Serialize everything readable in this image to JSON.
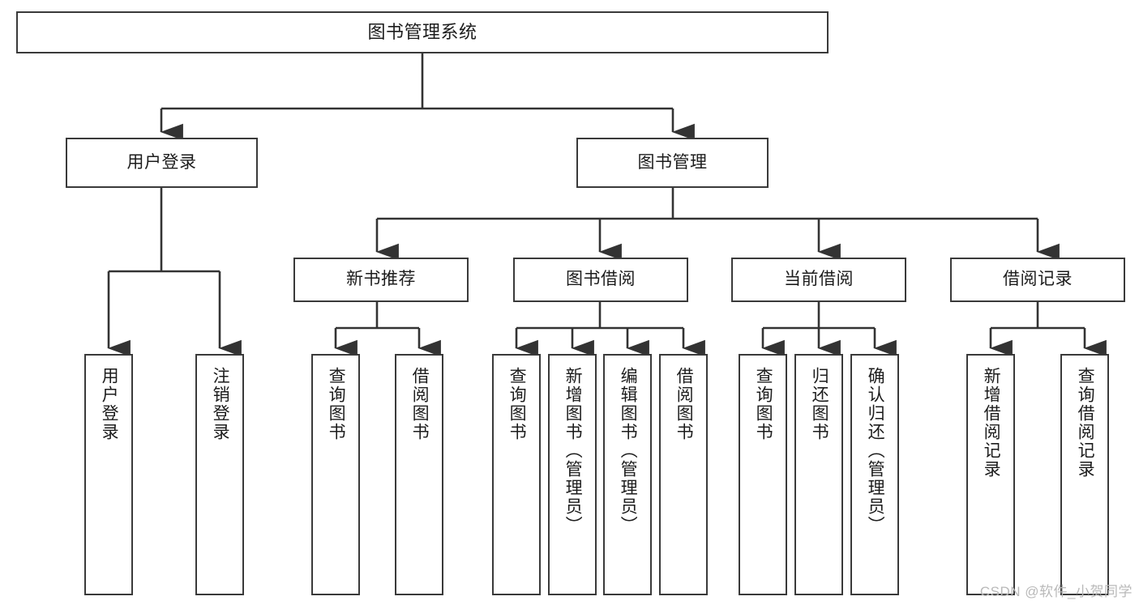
{
  "diagram": {
    "title": "图书管理系统",
    "type": "hierarchy-tree",
    "watermark": "CSDN @软件_小贺同学",
    "colors": {
      "box_border": "#3a3a3a",
      "box_fill": "#ffffff",
      "connector": "#333333",
      "text": "#1c1c1c",
      "watermark": "#b9b9b9"
    },
    "root": {
      "label": "图书管理系统"
    },
    "level2": [
      {
        "id": "user-login",
        "label": "用户登录"
      },
      {
        "id": "book-manage",
        "label": "图书管理"
      }
    ],
    "level3": [
      {
        "id": "new-book-recommend",
        "label": "新书推荐"
      },
      {
        "id": "book-borrow",
        "label": "图书借阅"
      },
      {
        "id": "current-borrow",
        "label": "当前借阅"
      },
      {
        "id": "borrow-record",
        "label": "借阅记录"
      }
    ],
    "leaves": {
      "user_login": [
        {
          "id": "leaf-user-login",
          "label": "用户登录"
        },
        {
          "id": "leaf-logout-login",
          "label": "注销登录"
        }
      ],
      "new_book_recommend": [
        {
          "id": "leaf-query-book-1",
          "label": "查询图书"
        },
        {
          "id": "leaf-borrow-book-1",
          "label": "借阅图书"
        }
      ],
      "book_borrow": [
        {
          "id": "leaf-query-book-2",
          "label": "查询图书"
        },
        {
          "id": "leaf-add-book",
          "label": "新增图书（管理员）"
        },
        {
          "id": "leaf-edit-book",
          "label": "编辑图书（管理员）"
        },
        {
          "id": "leaf-borrow-book-2",
          "label": "借阅图书"
        }
      ],
      "current_borrow": [
        {
          "id": "leaf-query-book-3",
          "label": "查询图书"
        },
        {
          "id": "leaf-return-book",
          "label": "归还图书"
        },
        {
          "id": "leaf-confirm-return",
          "label": "确认归还（管理员）"
        }
      ],
      "borrow_record": [
        {
          "id": "leaf-add-record",
          "label": "新增借阅记录"
        },
        {
          "id": "leaf-query-record",
          "label": "查询借阅记录"
        }
      ]
    }
  }
}
